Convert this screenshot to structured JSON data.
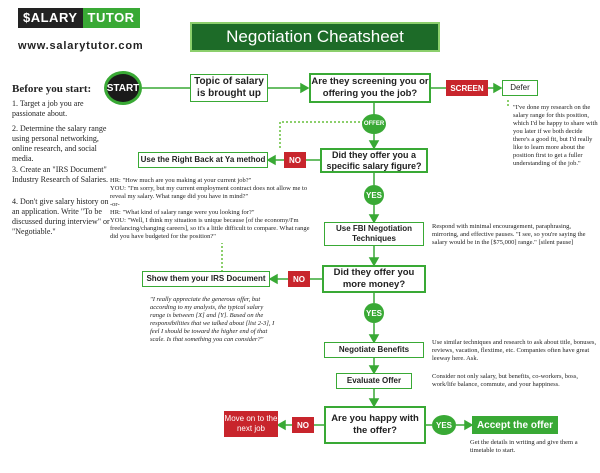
{
  "brand": {
    "logo_left": "$ALARY",
    "logo_right": "TUTOR",
    "url": "www.salarytutor.com"
  },
  "title": "Negotiation Cheatsheet",
  "sidebar": {
    "heading": "Before you start:",
    "items": [
      "1. Target a job you are passionate about.",
      "2. Determine the salary range using personal networking, online research, and social media.",
      "3. Create an \"IRS Document\" Industry Research of Salaries.",
      "4. Don't give salary history on an application.  Write \"To be discussed during interview\" or \"Negotiable.\""
    ]
  },
  "flow": {
    "start": "START",
    "topic": "Topic of salary is brought up",
    "screening_q": "Are they screening you or offering you the job?",
    "screen": "SCREEN",
    "defer": "Defer",
    "defer_note": "\"I've done my research on the salary range for this position, which I'd be happy to share with you later if we both decide there's a good fit, but I'd really like to learn more about the position first to get a fuller understanding of the job.\"",
    "offer": "OFFER",
    "specific_q": "Did they offer you a specific salary figure?",
    "no1": "NO",
    "right_back": "Use the Right Back at Ya method",
    "hr_dialog": "HR: \"How much are you making at your current job?\"\nYOU: \"I'm sorry, but my current employment contract does not allow me to reveal my salary. What range did you have in mind?\"\n-or-\nHR: \"What kind of salary range were you looking for?\"\nYOU: \"Well, I think my situation is unique because [of the economy/I'm freelancing/changing careers], so it's a little difficult to compare. What range did you have budgeted for the position?\"",
    "yes1": "YES",
    "fbi": "Use FBI Negotiation Techniques",
    "fbi_note": "Respond with minimal encouragement, paraphrasing, mirroring, and effective pauses. \"I see, so you're saying the salary would be in the [$75,000] range.\" [silent pause]",
    "more_q": "Did they offer you more money?",
    "no2": "NO",
    "irs": "Show them your IRS Document",
    "irs_note": "\"I really appreciate the generous offer, but according to my analysis, the typical salary range is between [X] and [Y]. Based on the responsibilities that we talked about [list 2-3], I feel I should be toward the higher end of that scale. Is that something you can consider?\"",
    "yes2": "YES",
    "benefits": "Negotiate Benefits",
    "benefits_note": "Use similar techniques and research to ask about title, bonuses, reviews, vacation, flextime, etc.  Companies often have great leeway here. Ask.",
    "evaluate": "Evaluate Offer",
    "evaluate_note": "Consider not only salary, but benefits, co-workers, boss, work/life balance, commute, and your happiness.",
    "happy_q": "Are you happy with the offer?",
    "no3": "NO",
    "move_on": "Move on to the next job",
    "yes3": "YES",
    "accept": "Accept the offer",
    "accept_note": "Get the details in writing and give them a timetable to start."
  },
  "colors": {
    "green": "#39a935",
    "dark_green": "#1d6b28",
    "red": "#c8252c",
    "black": "#1a1a1a"
  }
}
